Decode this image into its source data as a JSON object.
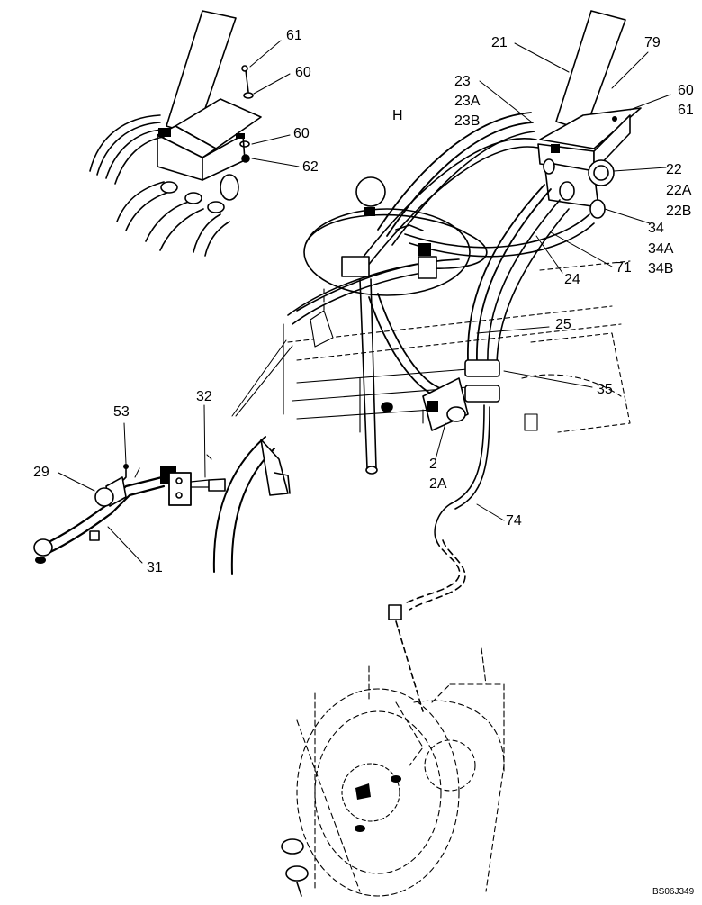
{
  "callouts": {
    "c21": "21",
    "c79": "79",
    "c23": "23",
    "c23a": "23A",
    "c23b": "23B",
    "c60a": "60",
    "c61a": "61",
    "cH": "H",
    "c22": "22",
    "c22a": "22A",
    "c22b": "22B",
    "c34": "34",
    "c34a": "34A",
    "c34b": "34B",
    "c71": "71",
    "c24": "24",
    "c25": "25",
    "c35": "35",
    "c2": "2",
    "c2a": "2A",
    "c74": "74",
    "c61b": "61",
    "c60b": "60",
    "c60c": "60",
    "c62": "62",
    "c53": "53",
    "c32": "32",
    "c29": "29",
    "c31": "31"
  },
  "figure_code": "BS06J349",
  "colors": {
    "ink": "#000000",
    "paper": "#ffffff"
  }
}
